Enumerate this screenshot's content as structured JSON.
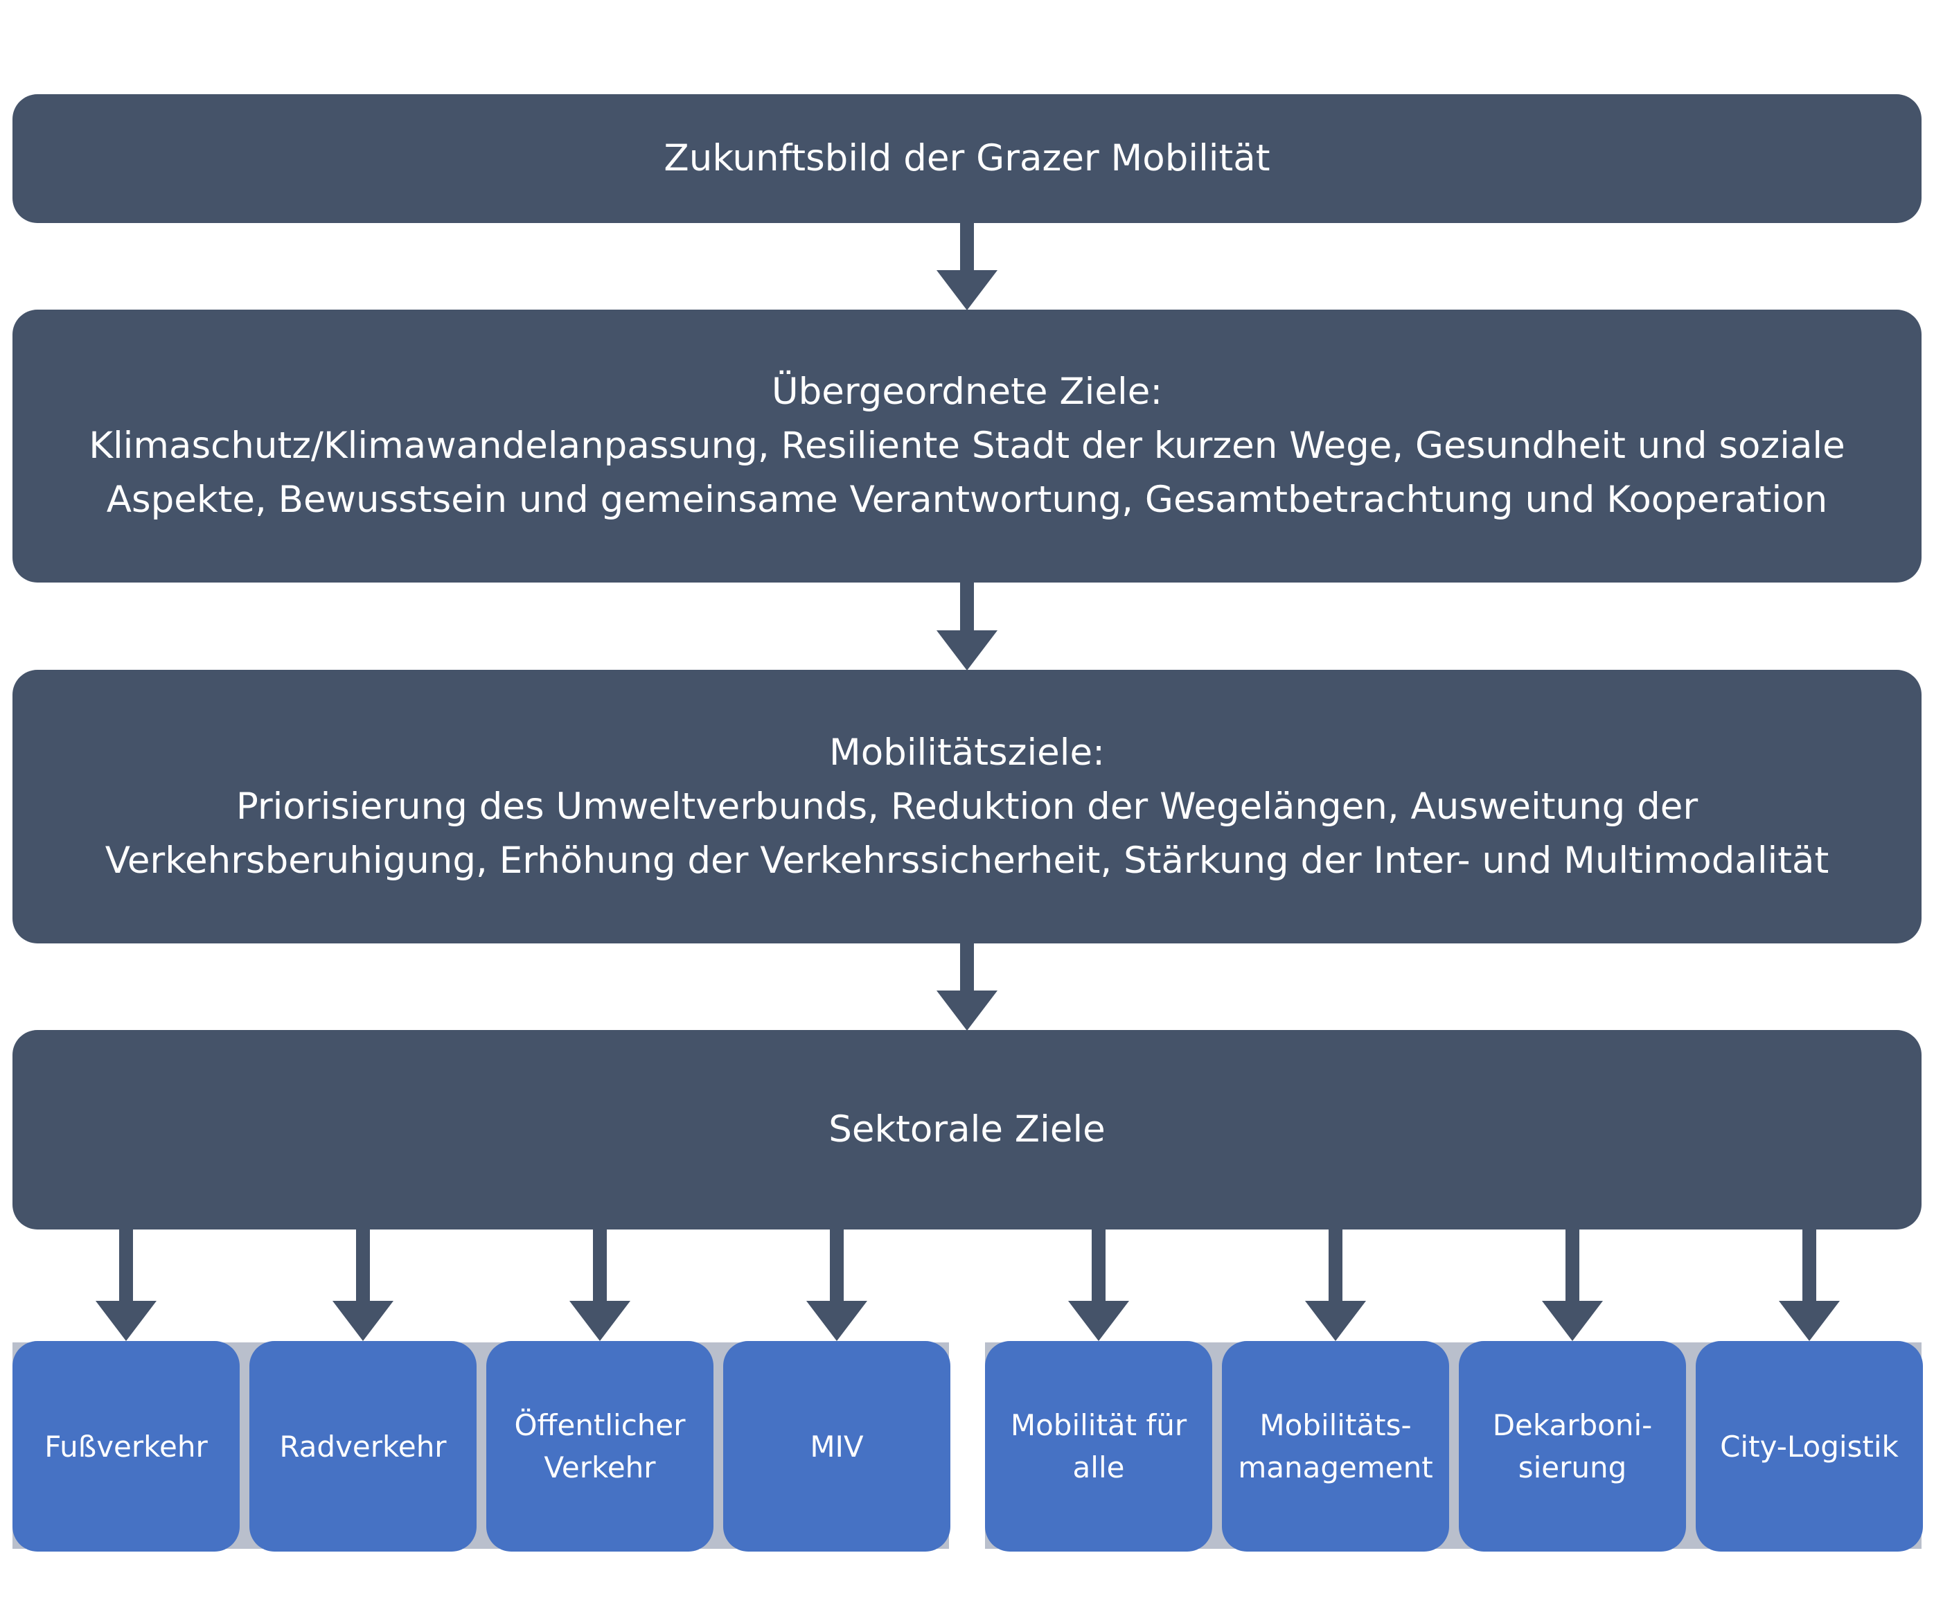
{
  "colors": {
    "box": "#455369",
    "tile": "#4672c4",
    "band": "#b9bfcc",
    "arrow": "#455369",
    "text": "#ffffff"
  },
  "levels": [
    {
      "id": "zukunftsbild",
      "lines": [
        "Zukunftsbild der Grazer Mobilität"
      ]
    },
    {
      "id": "uebergeordnete-ziele",
      "lines": [
        "Übergeordnete Ziele:",
        "Klimaschutz/Klimawandelanpassung, Resiliente Stadt der kurzen Wege, Gesundheit und soziale",
        "Aspekte, Bewusstsein und gemeinsame Verantwortung, Gesamtbetrachtung und Kooperation"
      ]
    },
    {
      "id": "mobilitaetsziele",
      "lines": [
        "Mobilitätsziele:",
        "Priorisierung des Umweltverbunds, Reduktion der Wegelängen, Ausweitung der",
        "Verkehrsberuhigung, Erhöhung der Verkehrssicherheit, Stärkung der Inter- und Multimodalität"
      ]
    },
    {
      "id": "sektorale-ziele",
      "lines": [
        "Sektorale Ziele"
      ]
    }
  ],
  "sectors": [
    {
      "id": "fussverkehr",
      "lines": [
        "Fußverkehr"
      ]
    },
    {
      "id": "radverkehr",
      "lines": [
        "Radverkehr"
      ]
    },
    {
      "id": "oeffentlicher-verkehr",
      "lines": [
        "Öffentlicher",
        "Verkehr"
      ]
    },
    {
      "id": "miv",
      "lines": [
        "MIV"
      ]
    },
    {
      "id": "mobilitaet-fuer-alle",
      "lines": [
        "Mobilität für",
        "alle"
      ]
    },
    {
      "id": "mobilitaetsmanagement",
      "lines": [
        "Mobilitäts-",
        "management"
      ]
    },
    {
      "id": "dekarbonisierung",
      "lines": [
        "Dekarboni-",
        "sierung"
      ]
    },
    {
      "id": "city-logistik",
      "lines": [
        "City-Logistik"
      ]
    }
  ],
  "edges": [
    {
      "from": "zukunftsbild",
      "to": "uebergeordnete-ziele"
    },
    {
      "from": "uebergeordnete-ziele",
      "to": "mobilitaetsziele"
    },
    {
      "from": "mobilitaetsziele",
      "to": "sektorale-ziele"
    },
    {
      "from": "sektorale-ziele",
      "to": "fussverkehr"
    },
    {
      "from": "sektorale-ziele",
      "to": "radverkehr"
    },
    {
      "from": "sektorale-ziele",
      "to": "oeffentlicher-verkehr"
    },
    {
      "from": "sektorale-ziele",
      "to": "miv"
    },
    {
      "from": "sektorale-ziele",
      "to": "mobilitaet-fuer-alle"
    },
    {
      "from": "sektorale-ziele",
      "to": "mobilitaetsmanagement"
    },
    {
      "from": "sektorale-ziele",
      "to": "dekarbonisierung"
    },
    {
      "from": "sektorale-ziele",
      "to": "city-logistik"
    }
  ]
}
